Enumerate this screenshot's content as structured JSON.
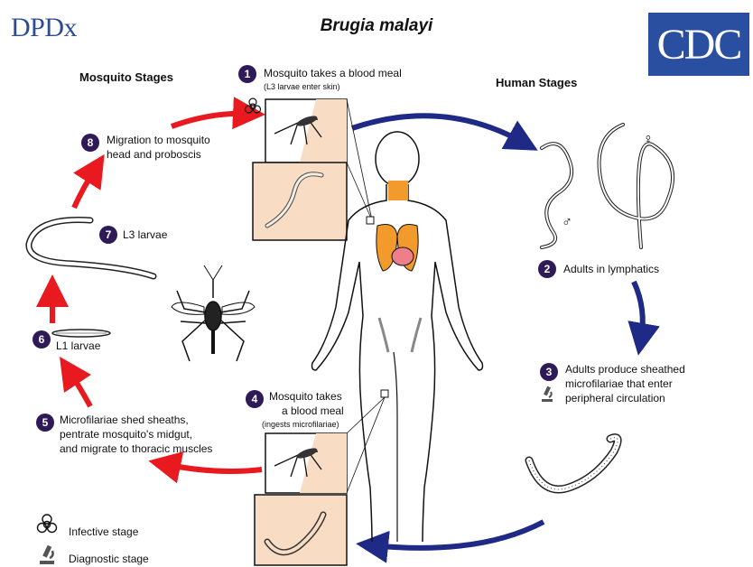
{
  "header": {
    "logo_left": "DPDx",
    "title": "Brugia malayi",
    "logo_right": "CDC"
  },
  "sections": {
    "mosquito_stages": "Mosquito Stages",
    "human_stages": "Human Stages"
  },
  "steps": [
    {
      "num": "1",
      "text": "Mosquito takes a blood meal",
      "note": "(L3 larvae enter skin)"
    },
    {
      "num": "2",
      "text": "Adults in lymphatics"
    },
    {
      "num": "3",
      "line1": "Adults produce sheathed",
      "line2": "microfilariae that enter",
      "line3": "peripheral circulation"
    },
    {
      "num": "4",
      "line1": "Mosquito takes",
      "line2": "a blood meal",
      "note": "(ingests microfilariae)"
    },
    {
      "num": "5",
      "line1": "Microfilariae shed sheaths,",
      "line2": "pentrate mosquito's midgut,",
      "line3": "and migrate to thoracic muscles"
    },
    {
      "num": "6",
      "text": "L1 larvae"
    },
    {
      "num": "7",
      "text": "L3 larvae"
    },
    {
      "num": "8",
      "line1": "Migration to mosquito",
      "line2": "head and proboscis"
    }
  ],
  "symbols": {
    "female": "♀",
    "male": "♂"
  },
  "legend": {
    "infective": "Infective stage",
    "diagnostic": "Diagnostic stage"
  },
  "colors": {
    "red_arrow": "#e8191f",
    "blue_arrow": "#1f2a86",
    "badge": "#2e1a57",
    "cdc_blue": "#2a4ea0",
    "organ_orange": "#f39a2c",
    "heart_pink": "#ee7f8a",
    "panel_peach": "#f8dcc4"
  },
  "icons": {
    "biohazard": "biohazard-icon",
    "microscope": "microscope-icon"
  }
}
